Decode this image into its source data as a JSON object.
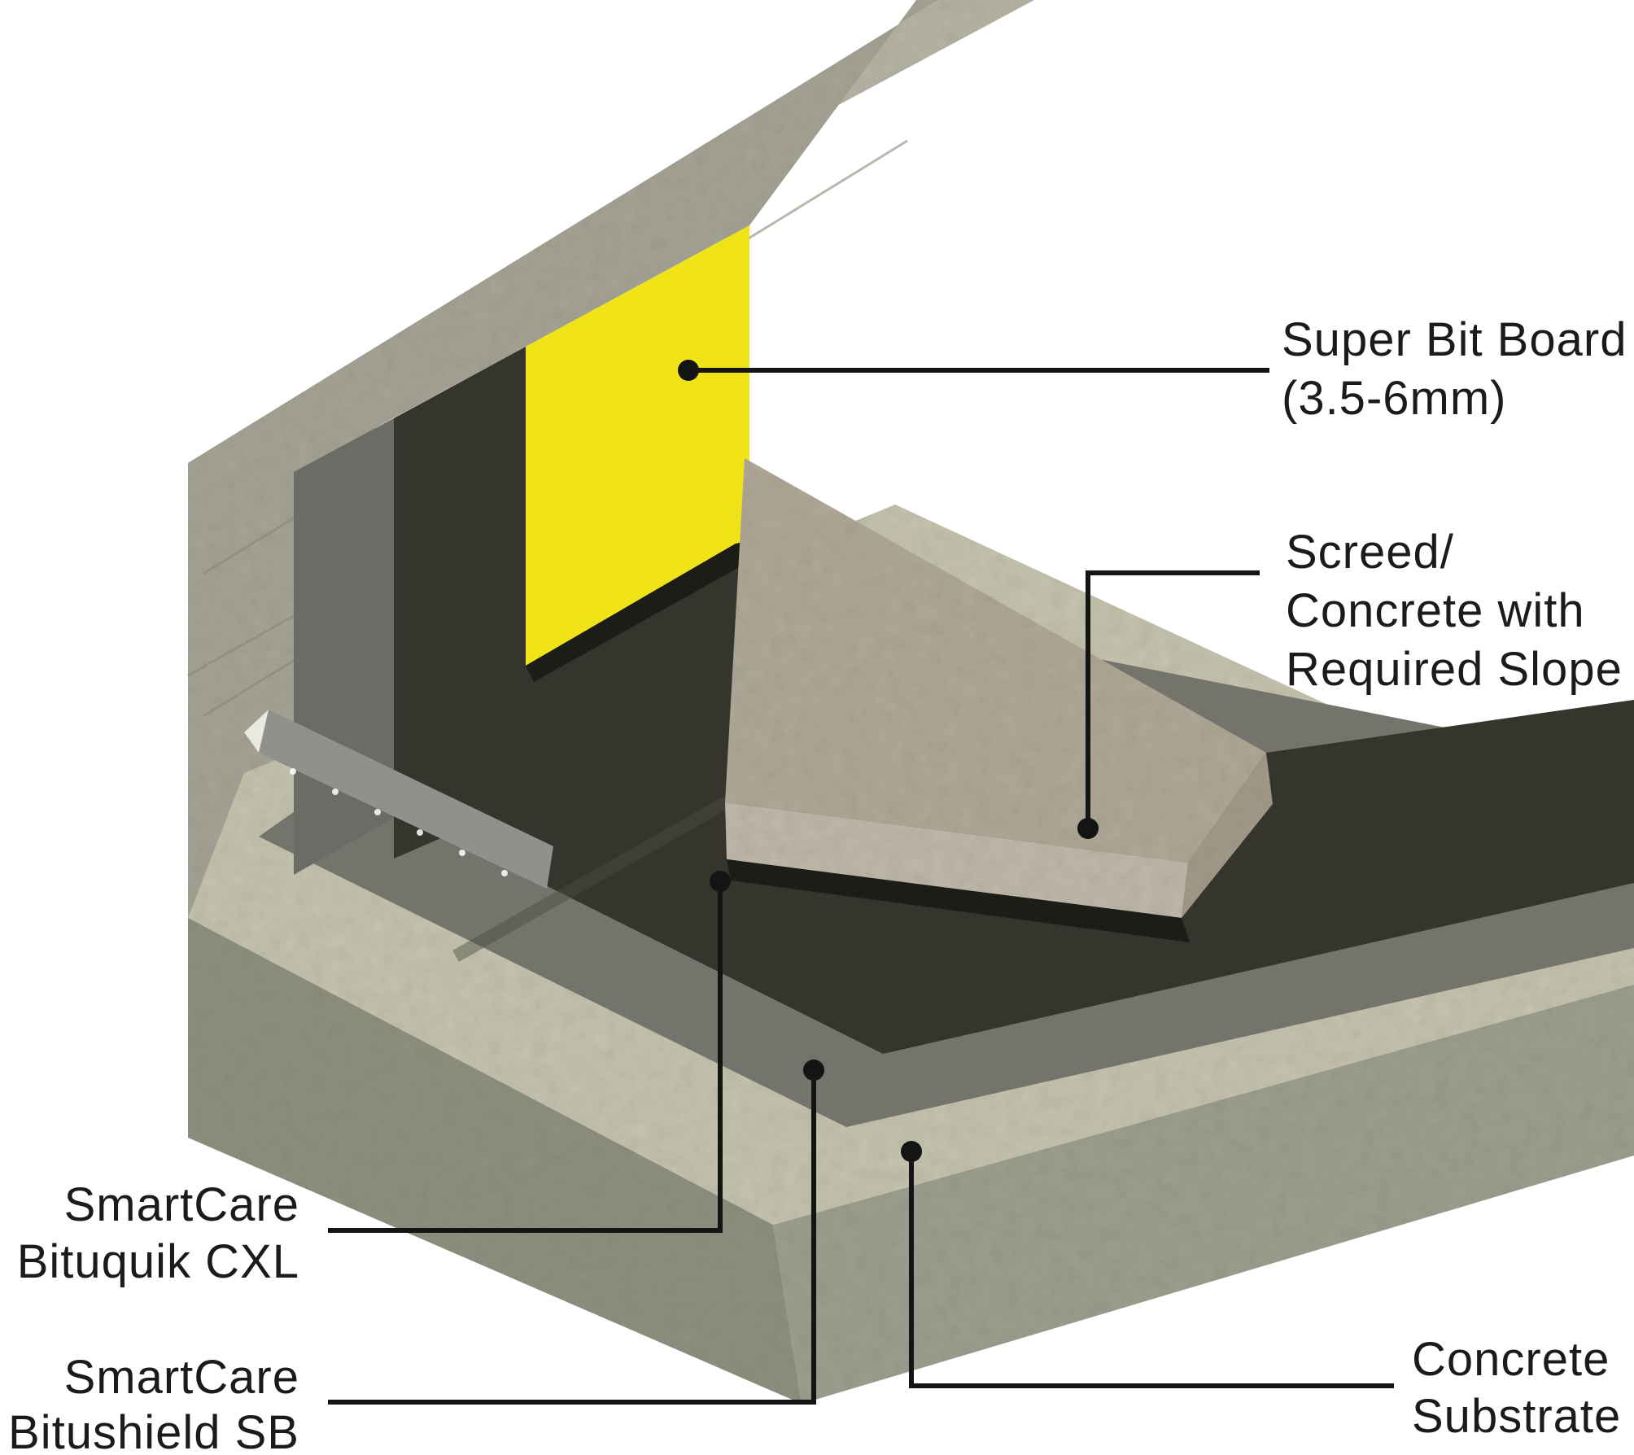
{
  "diagram": {
    "type": "isometric-construction-detail",
    "subject": "wall-floor waterproofing system cutaway",
    "labels": {
      "super_bit_board": {
        "lines": [
          "Super Bit Board",
          "(3.5-6mm)"
        ]
      },
      "screed": {
        "lines": [
          "Screed/",
          "Concrete with",
          "Required Slope"
        ]
      },
      "bituquik": {
        "lines": [
          "SmartCare",
          "Bituquik CXL"
        ]
      },
      "bitushield": {
        "lines": [
          "SmartCare",
          "Bitushield SB"
        ]
      },
      "substrate": {
        "lines": [
          "Concrete",
          "Substrate"
        ]
      }
    },
    "colors": {
      "background": "#ffffff",
      "concrete_face": "#a6a597",
      "concrete_top": "#b8b7a7",
      "concrete_end": "#9a9a8c",
      "substrate_top_band": "#c7c7b1",
      "substrate_face_sw": "#8f9080",
      "substrate_face_se": "#9e9f90",
      "board_yellow": "#f0e419",
      "membrane_dark": "#35352e",
      "membrane_gray": "#74746d",
      "wall_membrane_gray": "#6c6c66",
      "fillet_gray": "#90918a",
      "screed_top": "#b2aa98",
      "screed_front": "#c2bbad",
      "screed_end": "#a49b8b",
      "shadow": "#1d1d18",
      "leader": "#141414",
      "text": "#1b1b1b"
    }
  }
}
